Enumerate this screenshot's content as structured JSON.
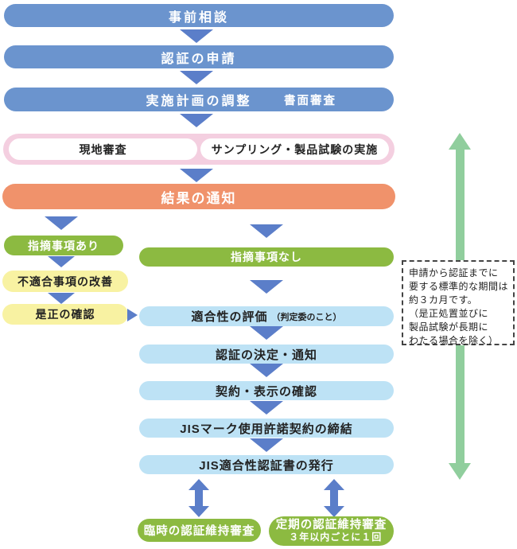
{
  "colors": {
    "blue": "#6B94CE",
    "arrow": "#5B7EC9",
    "orange": "#F0926B",
    "green": "#8CBA41",
    "yellow": "#F8F2A2",
    "lblue": "#BDE2F5",
    "pink": "#F4CFE0",
    "garrow": "#90CE9D",
    "dark": "#222222"
  },
  "flow": {
    "preliminary": "事前相談",
    "application": "認証の申請",
    "plan": "実施計画の調整",
    "plan_side": "書面審査",
    "audit": {
      "onsite": "現地審査",
      "sampling": "サンプリング・製品試験の実施"
    },
    "result": "結果の通知",
    "left_branch": {
      "has_findings": "指摘事項あり",
      "improvement": "不適合事項の改善",
      "correction_check": "是正の確認"
    },
    "right_branch": {
      "no_findings": "指摘事項なし",
      "evaluation": "適合性の評価",
      "evaluation_note": "（判定委のこと）",
      "decision": "認証の決定・通知",
      "contract": "契約・表示の確認",
      "license": "JISマーク使用許諾契約の締結",
      "issue": "JIS適合性認証書の発行"
    },
    "maintenance": {
      "temporary": "臨時の認証維持審査",
      "periodic": "定期の認証維持審査",
      "periodic_note": "３年以内ごとに１回"
    },
    "note_box": {
      "lines": [
        "申請から認証までに",
        "要する標準的な期間は",
        "約３カ月です。",
        "（是正処置並びに",
        " 製品試験が長期に",
        " わたる場合を除く）"
      ]
    }
  }
}
